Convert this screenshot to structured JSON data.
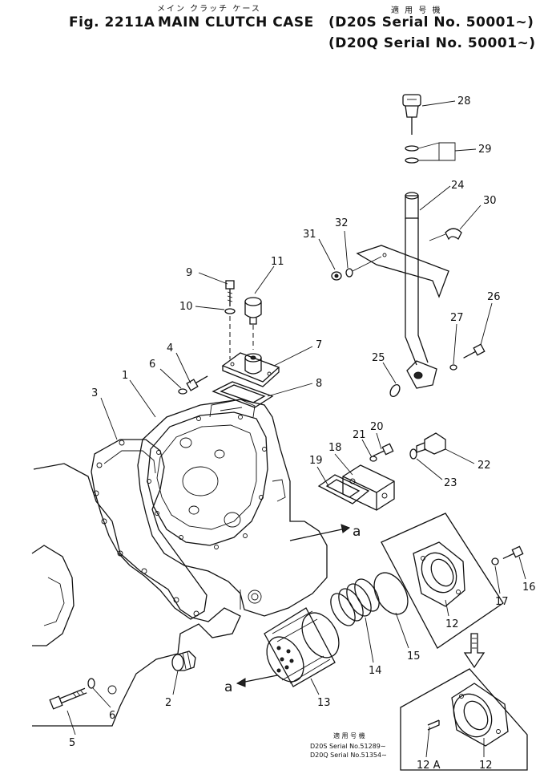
{
  "header": {
    "fig_label": "Fig. 2211A",
    "kana_title": "メイン クラッチ ケース",
    "title": "MAIN CLUTCH CASE",
    "applicable_kana": "適 用 号 機",
    "serial_lines": [
      "D20S Serial No. 50001∼",
      "D20Q Serial No. 50001∼"
    ]
  },
  "inset": {
    "applicable_kana": "適 用 号 機",
    "serial_lines": [
      "D20S Serial No.51289∼",
      "D20Q Serial No.51354∼"
    ]
  },
  "view_markers": [
    "a",
    "a"
  ],
  "callouts": [
    "28",
    "29",
    "24",
    "30",
    "32",
    "31",
    "11",
    "9",
    "10",
    "7",
    "8",
    "4",
    "6",
    "1",
    "3",
    "25",
    "27",
    "26",
    "20",
    "21",
    "18",
    "19",
    "22",
    "23",
    "12",
    "17",
    "16",
    "15",
    "14",
    "13",
    "2",
    "6",
    "5",
    "12",
    "12 A"
  ]
}
